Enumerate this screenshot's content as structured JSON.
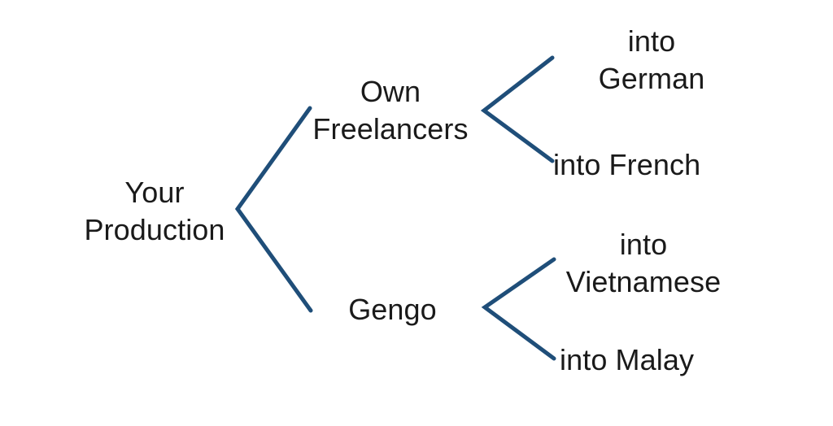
{
  "diagram": {
    "type": "tree",
    "orientation": "left-to-right",
    "background_color": "#FFFFFF",
    "connector_color": "#1F4E79",
    "text_color": "#1A1A1A",
    "root": {
      "label": "Your\nProduction",
      "children": [
        {
          "label": "Own\nFreelancers",
          "children": [
            {
              "label": "into\nGerman"
            },
            {
              "label": "into French"
            }
          ]
        },
        {
          "label": "Gengo",
          "children": [
            {
              "label": "into\nVietnamese"
            },
            {
              "label": "into Malay"
            }
          ]
        }
      ]
    }
  },
  "connectors": {
    "root_fork": {
      "name": "root-fork",
      "vertex": [
        292,
        257
      ],
      "upper_end": [
        381,
        133
      ],
      "lower_end": [
        382,
        382
      ]
    },
    "freelancers_fork": {
      "name": "freelancers-fork",
      "vertex": [
        595,
        136
      ],
      "upper_end": [
        679,
        71
      ],
      "lower_end": [
        679,
        198
      ]
    },
    "gengo_fork": {
      "name": "gengo-fork",
      "vertex": [
        596,
        378
      ],
      "upper_end": [
        681,
        319
      ],
      "lower_end": [
        681,
        441
      ]
    },
    "stroke_width": 5
  }
}
